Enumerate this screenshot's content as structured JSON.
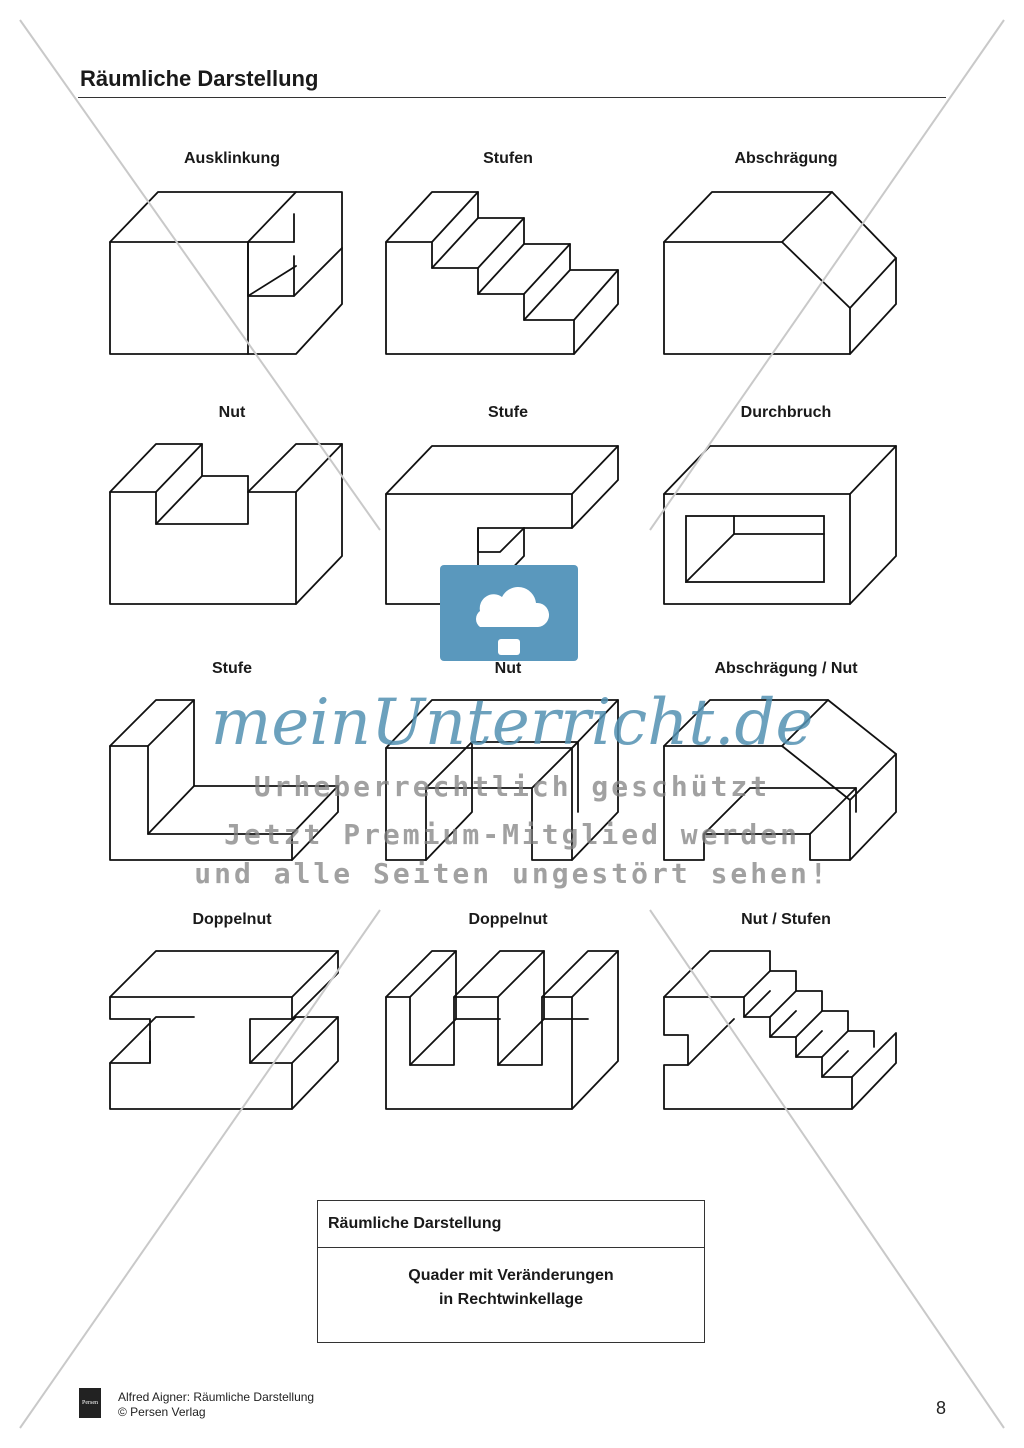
{
  "header": {
    "title": "Räumliche Darstellung"
  },
  "figures": [
    {
      "label": "Ausklinkung"
    },
    {
      "label": "Stufen"
    },
    {
      "label": "Abschrägung"
    },
    {
      "label": "Nut"
    },
    {
      "label": "Stufe"
    },
    {
      "label": "Durchbruch"
    },
    {
      "label": "Stufe"
    },
    {
      "label": "Nut"
    },
    {
      "label": "Abschrägung / Nut"
    },
    {
      "label": "Doppelnut"
    },
    {
      "label": "Doppelnut"
    },
    {
      "label": "Nut / Stufen"
    }
  ],
  "info_box": {
    "heading": "Räumliche Darstellung",
    "line1": "Quader mit Veränderungen",
    "line2": "in Rechtwinkellage"
  },
  "footer": {
    "logo_text": "Persen",
    "author_line": "Alfred Aigner: Räumliche Darstellung",
    "publisher_line": "© Persen Verlag",
    "page_number": "8"
  },
  "watermark": {
    "brand": "meinUnterricht.de",
    "line1": "Urheberrechtlich geschützt",
    "line2": "Jetzt Premium-Mitglied werden",
    "line3": "und alle Seiten ungestört sehen!"
  }
}
